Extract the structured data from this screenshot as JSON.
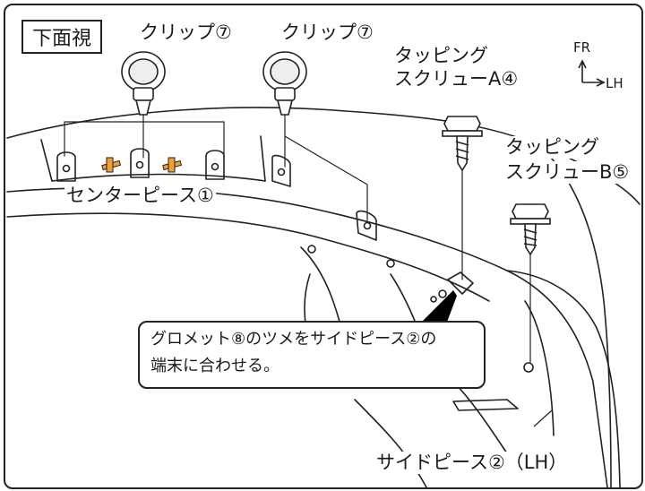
{
  "view_label": "下面視",
  "compass": {
    "forward": "FR",
    "left_hand": "LH"
  },
  "labels": {
    "clip_left": "クリップ⑦",
    "clip_right": "クリップ⑦",
    "tapping_screw_a_line1": "タッピング",
    "tapping_screw_a_line2": "スクリューA④",
    "tapping_screw_b_line1": "タッピング",
    "tapping_screw_b_line2": "スクリューB⑤",
    "center_piece": "センターピース①",
    "side_piece_lh": "サイドピース②（LH）"
  },
  "callout": {
    "line1": "グロメット⑧のツメをサイドピース②の",
    "line2": "端末に合わせる。"
  },
  "colors": {
    "tape": "#f0a030",
    "line": "#222222",
    "leader": "#000000"
  }
}
